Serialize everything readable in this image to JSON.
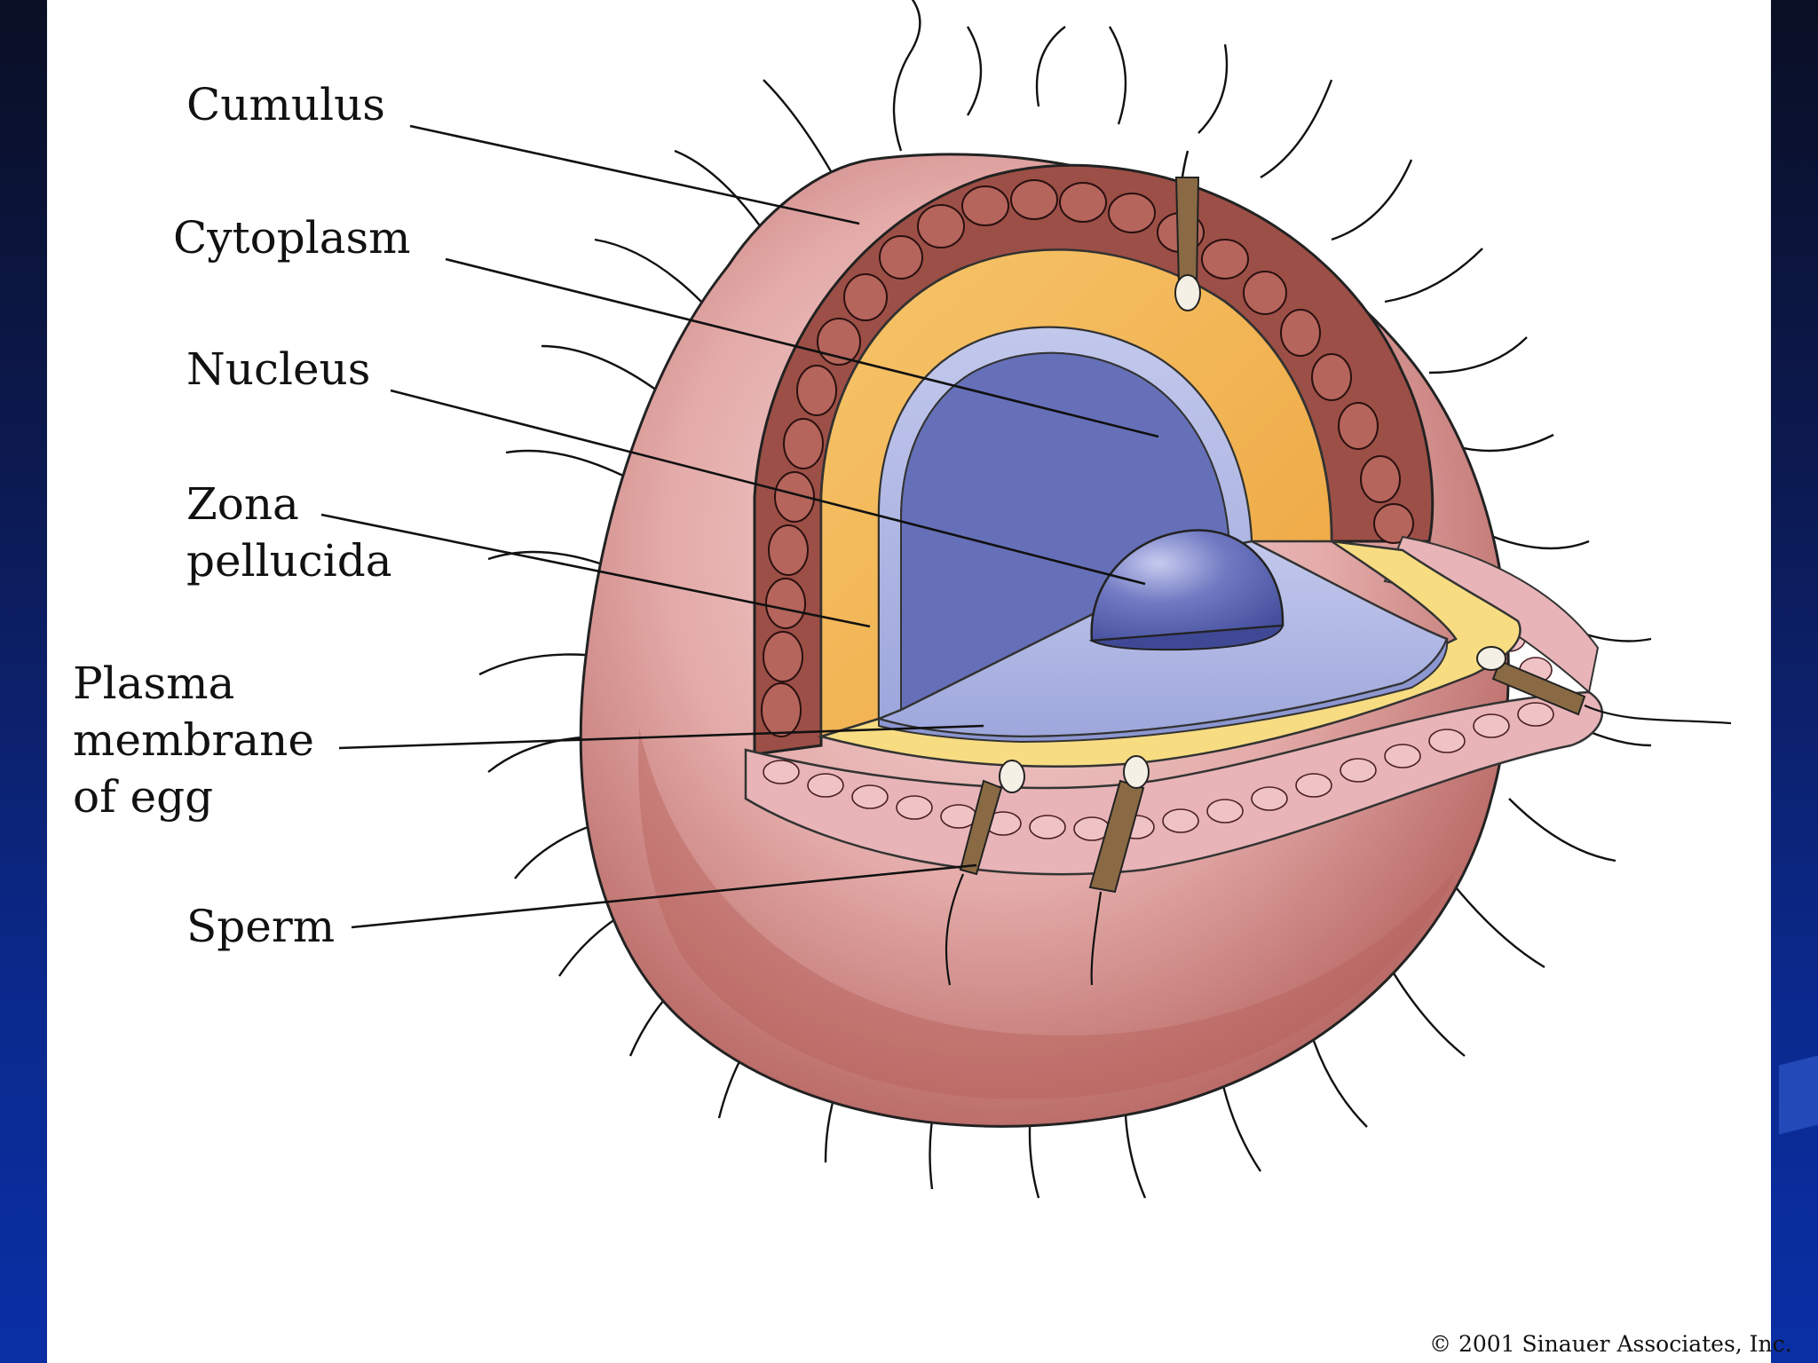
{
  "labels": {
    "cumulus": "Cumulus",
    "cytoplasm": "Cytoplasm",
    "nucleus": "Nucleus",
    "zona_line1": "Zona",
    "zona_line2": "pellucida",
    "plasma_line1": "Plasma",
    "plasma_line2": "membrane",
    "plasma_line3": "of egg",
    "sperm": "Sperm"
  },
  "copyright": "© 2001 Sinauer Associates, Inc.",
  "colors": {
    "cumulus": "#d99a98",
    "cumulus_dark": "#a84a44",
    "follicle_cells": "#9c4f46",
    "zona": "#f2b54e",
    "zona_light": "#f7dc82",
    "cytoplasm": "#6570b8",
    "plasma_membrane": "#b0b8e2",
    "nucleus": "#4f5aa8",
    "sperm": "#8a6a44",
    "background": "#0b2a8f"
  }
}
